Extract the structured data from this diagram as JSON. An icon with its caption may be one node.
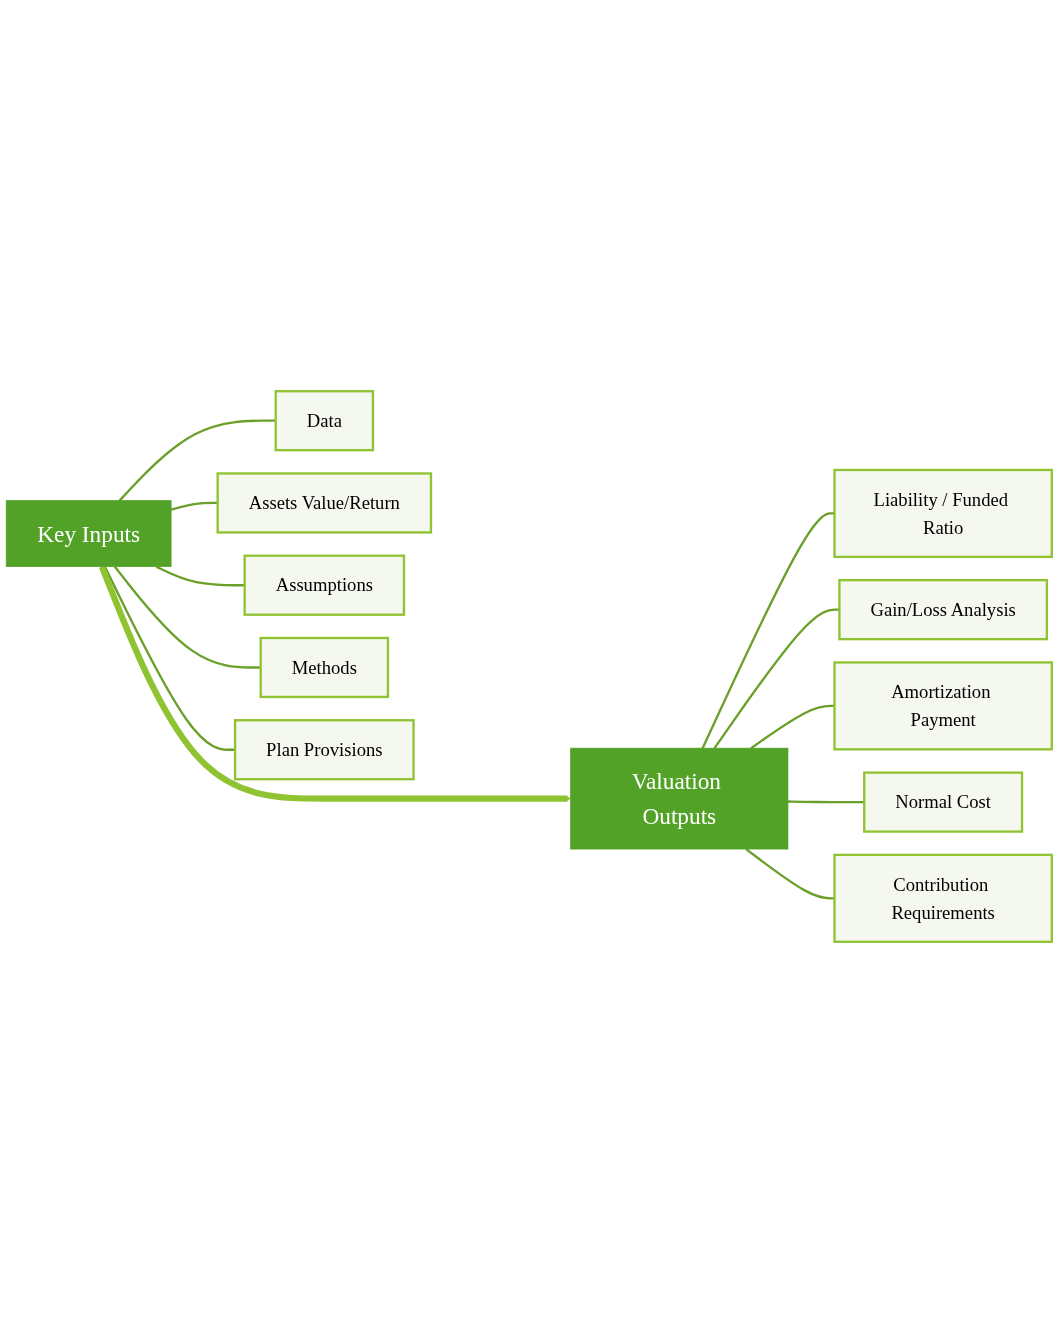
{
  "diagram": {
    "nodes": [
      {
        "text": [
          "Key Inputs"
        ]
      },
      {
        "text": [
          "Data"
        ]
      },
      {
        "text": [
          "Assets Value/Return"
        ]
      },
      {
        "text": [
          "Assumptions"
        ]
      },
      {
        "text": [
          "Methods"
        ]
      },
      {
        "text": [
          "Plan Provisions"
        ]
      },
      {
        "text": [
          "Valuation Outputs"
        ]
      },
      {
        "text": [
          "Liability / Funded Ratio"
        ]
      },
      {
        "text": [
          "Gain/Loss Analysis"
        ]
      },
      {
        "text": [
          "Amortization Payment"
        ]
      },
      {
        "text": [
          "Normal Cost"
        ]
      },
      {
        "text": [
          "Contribution Requirements"
        ]
      }
    ],
    "edges": [
      {
        "from": 0,
        "to": 1,
        "arrow": "none"
      },
      {
        "from": 0,
        "to": 2,
        "arrow": "none"
      },
      {
        "from": 0,
        "to": 3,
        "arrow": "none"
      },
      {
        "from": 0,
        "to": 4,
        "arrow": "none"
      },
      {
        "from": 0,
        "to": 5,
        "arrow": "none"
      },
      {
        "from": 0,
        "to": 6,
        "arrow": "to",
        "style": "thick",
        "color": "#8fc332"
      },
      {
        "from": 6,
        "to": 7,
        "arrow": "none"
      },
      {
        "from": 6,
        "to": 8,
        "arrow": "none"
      },
      {
        "from": 6,
        "to": 9,
        "arrow": "none"
      },
      {
        "from": 6,
        "to": 10,
        "arrow": "none"
      },
      {
        "from": 6,
        "to": 11,
        "arrow": "none"
      }
    ]
  }
}
